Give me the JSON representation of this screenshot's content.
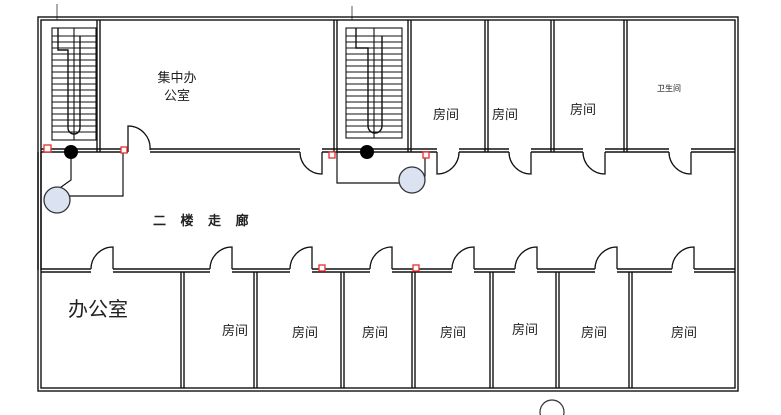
{
  "labels": {
    "central_office": "集中办公室",
    "room": "房间",
    "restroom": "卫生间",
    "corridor": "二 楼 走 廊",
    "office": "办公室"
  },
  "colors": {
    "wall": "#111111",
    "device_fill": "#dbe3f2",
    "device_stroke": "#333333",
    "marker": "#e53030"
  }
}
